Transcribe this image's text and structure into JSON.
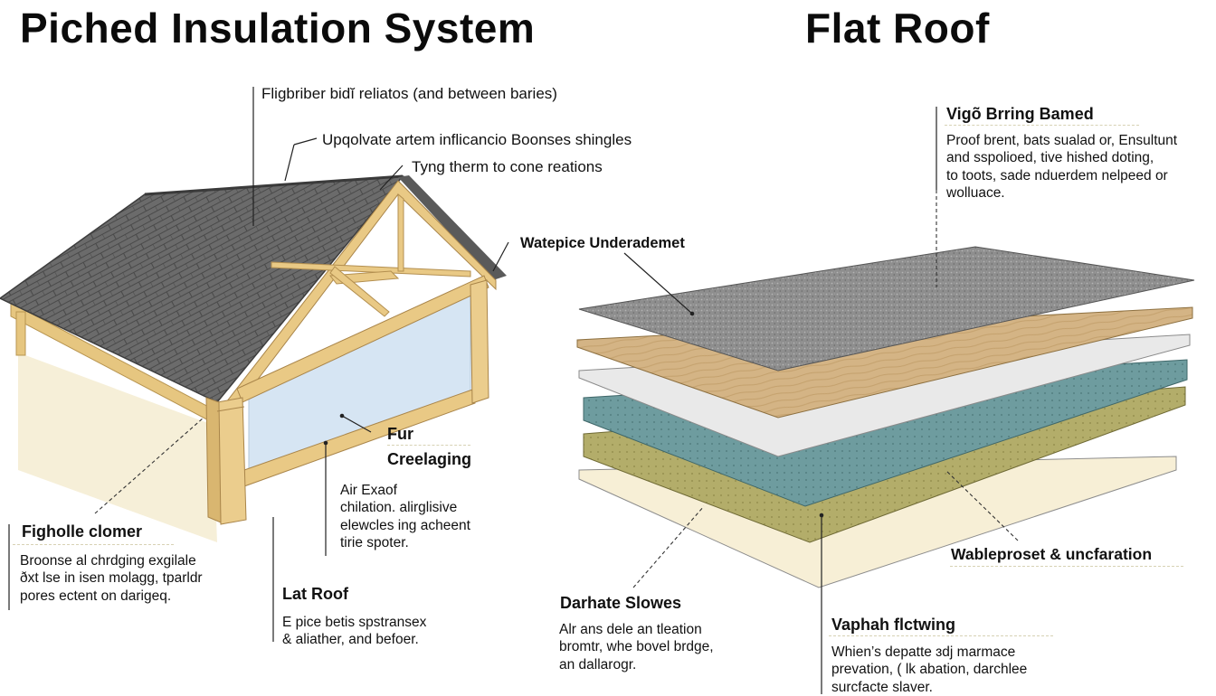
{
  "titles": {
    "left": "Piched Insulation System",
    "right": "Flat Roof"
  },
  "pitched": {
    "callouts": {
      "fibre": "Fligbriber bidĭ reliatos (and between baries)",
      "shingles": "Upqolvate artem inflicancio Boonses shingles",
      "tying": "Tyng therm to cone reations",
      "underlay": "Watepice Underademet"
    },
    "fur": "Fur",
    "creelaging": "Creelaging",
    "airgap": [
      "Air Exaof",
      "chilation. alirglisive",
      "elewcles ing acheent",
      "tirie spoter."
    ],
    "fighole": {
      "title": "Figholle clomer",
      "lines": [
        "Broonse al chrdging exgilale",
        "ðxt lse in isen molagg, tparldr",
        "pores ectent on darigeq."
      ]
    },
    "latroof": {
      "title": "Lat Roof",
      "lines": [
        "E pice betis spstransex",
        "& aliather, and befoer."
      ]
    }
  },
  "flat": {
    "vigo": {
      "title": "Vigõ Brring Bamed",
      "lines": [
        "Proof brent, bats sualad or, Ensultunt",
        "and sspolioed, tive hished doting,",
        "to toots, sade nduerdem nelpeed or",
        "wolluace."
      ]
    },
    "wablepro": "Wableproset & uncfaration",
    "darhate": {
      "title": "Darhate Slowes",
      "lines": [
        "Alr ans dele an tleation",
        "bromtr, whe bovel brdge,",
        "an dallarogr."
      ]
    },
    "vaphah": {
      "title": "Vaphah flctwing",
      "lines": [
        "Whien’s depatte ɜdj marmace",
        "prevation, ( lk abation, darchlee",
        "surcfacte slaver."
      ]
    }
  },
  "colors": {
    "shingle": "#6c6c6c",
    "timber": "#e9c985",
    "glass": "#d4e3f1",
    "gravel": "#8f8f8f",
    "osb": "#d6b887",
    "membrane": "#e8e8e8",
    "teal": "#6f9ca0",
    "olive": "#b5ae6b",
    "base": "#f7efd6"
  }
}
